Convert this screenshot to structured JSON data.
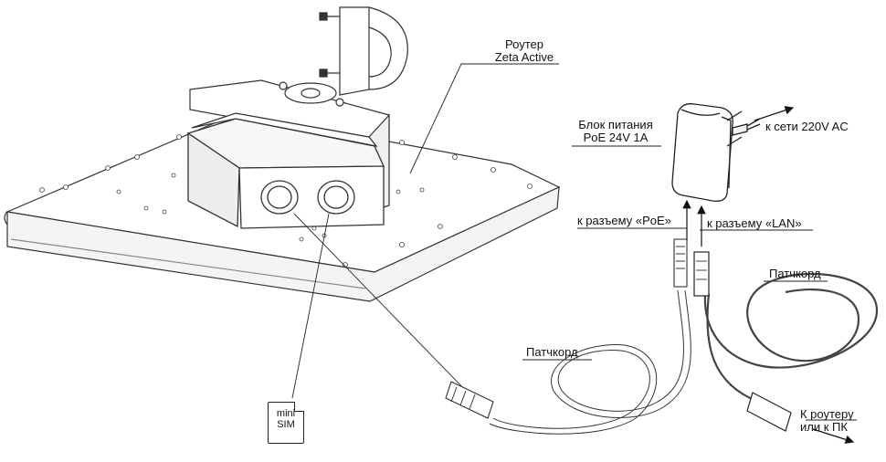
{
  "labels": {
    "router_line1": "Роутер",
    "router_line2": "Zeta Active",
    "psu_line1": "Блок питания",
    "psu_line2": "PoE 24V 1A",
    "mains": "к сети 220V AC",
    "poe_port": "к разъему «PoE»",
    "lan_port": "к разъему «LAN»",
    "patchcord_right": "Патчкорд",
    "patchcord_left": "Патчкорд",
    "to_router_line1": "К роутеру",
    "to_router_line2": "или к ПК",
    "sim_line1": "mini",
    "sim_line2": "SIM"
  }
}
